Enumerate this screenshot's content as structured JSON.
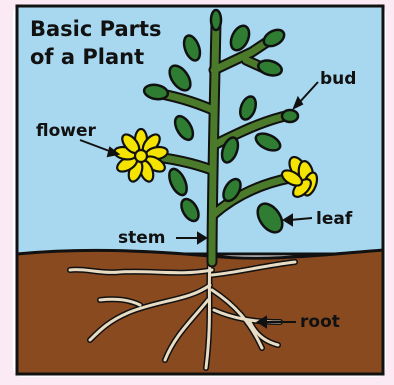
{
  "title_lines": [
    "Basic Parts",
    "of a Plant"
  ],
  "labels": {
    "bud": "bud",
    "flower": "flower",
    "leaf": "leaf",
    "stem": "stem",
    "root": "root"
  },
  "colors": {
    "sky": "#a8d8f0",
    "soil": "#8a4a20",
    "stem": "#4a7a2a",
    "leaf": "#2e7d32",
    "flower": "#f5e400",
    "root": "#e8dcc4",
    "outline": "#111111"
  }
}
